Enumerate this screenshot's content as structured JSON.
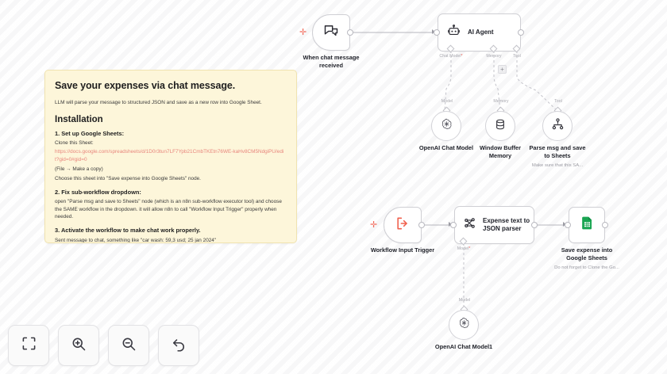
{
  "sticky_note": {
    "title": "Save your expenses via chat message.",
    "intro": "LLM will parse your message to structured JSON and save as a new row into Google Sheet.",
    "section_heading": "Installation",
    "step1_title": "1. Set up Google Sheets:",
    "step1_clone": "Clone this Sheet:",
    "step1_url": "https://docs.google.com/spreadsheets/d/1D0r3tun7LF7Ypb21CmbTKEtn76WE-kaHv8CM5NdgiPU/edit?gid=0#gid=0",
    "step1_copy": "(File → Make a copy)",
    "step1_choose": "Choose this sheet into \"Save expense into Google Sheets\" node.",
    "step2_title": "2. Fix sub-workflow dropdown:",
    "step2_body": "open \"Parse msg and save to Sheets\" node (which is an n8n sub-workflow executor tool) and choose the SAME workflow in the dropdown. it will allow n8n to call \"Workflow Input Trigger\" properly when needed.",
    "step3_title": "3. Activate the workflow to make chat work properly.",
    "step3_body": "Sent message to chat, something like \"car wash: 59,3 usd; 25 jan 2024\""
  },
  "nodes": {
    "chat_trigger": {
      "label_line1": "When chat message",
      "label_line2": "received",
      "icon": "chat-bubbles-icon"
    },
    "ai_agent": {
      "name": "AI Agent",
      "icon": "robot-icon"
    },
    "openai_chat_model": {
      "label": "OpenAI Chat Model",
      "icon": "openai-icon"
    },
    "window_buffer_memory": {
      "label_line1": "Window Buffer",
      "label_line2": "Memory",
      "icon": "database-icon"
    },
    "parse_msg_tool": {
      "label_line1": "Parse msg and save",
      "label_line2": "to Sheets",
      "subtitle": "Make sure that this SA...",
      "icon": "workflow-tool-icon"
    },
    "workflow_input_trigger": {
      "label": "Workflow Input Trigger",
      "icon": "arrow-out-icon"
    },
    "expense_parser": {
      "name_line1": "Expense text to",
      "name_line2": "JSON parser",
      "icon": "structured-output-icon"
    },
    "google_sheets": {
      "label_line1": "Save expense into",
      "label_line2": "Google Sheets",
      "subtitle": "Do not forget to Clone the Go...",
      "icon": "google-sheets-icon"
    },
    "openai_chat_model1": {
      "label": "OpenAI Chat Model1",
      "icon": "openai-icon"
    }
  },
  "ports": {
    "chat_model": "Chat Model",
    "chat_model_required": "*",
    "memory": "Memory",
    "tool": "Tool",
    "model_top": "Model",
    "memory_top": "Memory",
    "tool_top": "Tool",
    "model_parser": "Model",
    "model_parser_required": "*",
    "model_bottom": "Model",
    "add_tool": "+"
  },
  "toolbar": {
    "fit_view_label": "fit-to-view",
    "zoom_in_label": "zoom-in",
    "zoom_out_label": "zoom-out",
    "reset_label": "reset-zoom"
  },
  "colors": {
    "accent_red": "#f26a5a",
    "sticky_bg": "#fdf6da",
    "sticky_border": "#f0e3b0",
    "link": "#e8857c",
    "sheets_green": "#19a552",
    "edge": "#b6b6bd"
  }
}
